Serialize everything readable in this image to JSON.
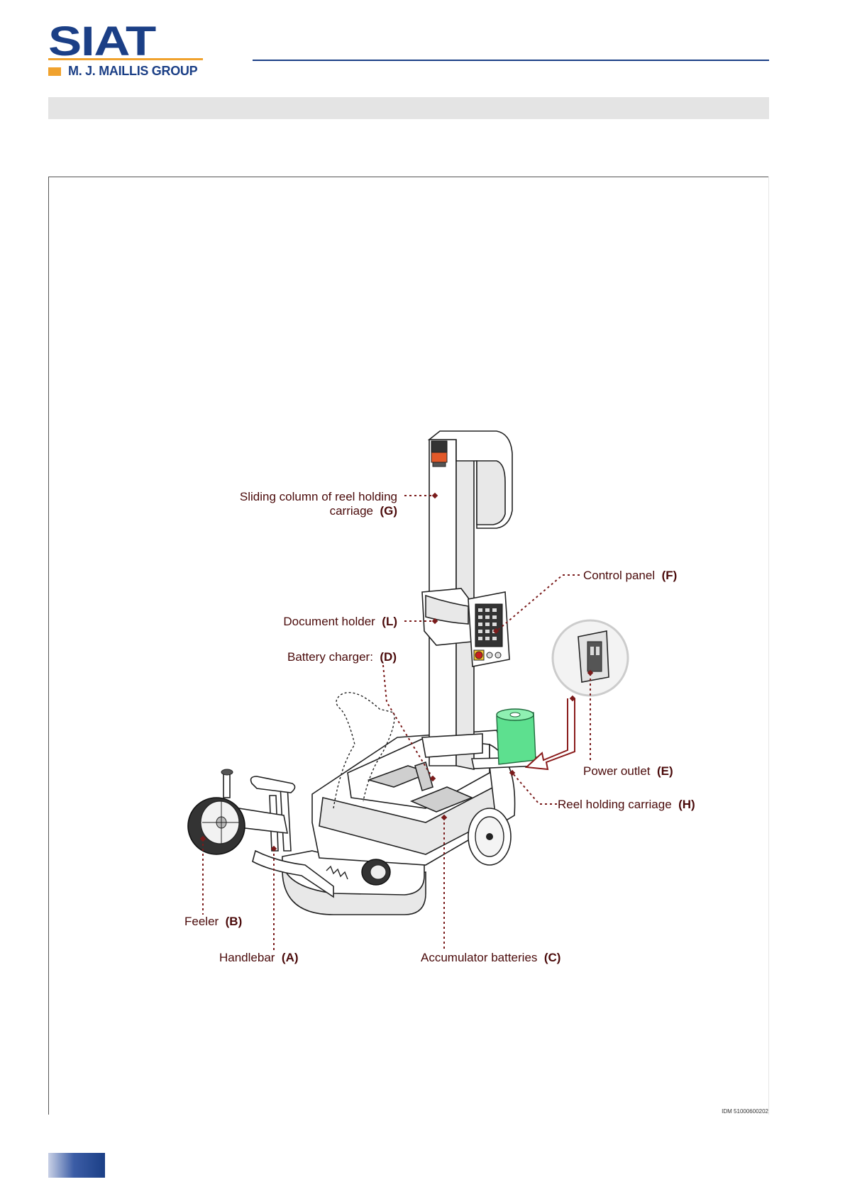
{
  "brand": {
    "name": "SIAT",
    "group": "M. J. MAILLIS GROUP"
  },
  "figure_id": "IDM 51000600202",
  "labels": {
    "G": {
      "text_line1": "Sliding column of reel holding",
      "text_line2": "carriage",
      "code": "(G)"
    },
    "F": {
      "text": "Control panel",
      "code": "(F)"
    },
    "L": {
      "text": "Document holder",
      "code": "(L)"
    },
    "D": {
      "text": "Battery charger:",
      "code": "(D)"
    },
    "E": {
      "text": "Power outlet",
      "code": "(E)"
    },
    "H": {
      "text": "Reel holding carriage",
      "code": "(H)"
    },
    "B": {
      "text": "Feeler",
      "code": "(B)"
    },
    "A": {
      "text": "Handlebar",
      "code": "(A)"
    },
    "C": {
      "text": "Accumulator batteries",
      "code": "(C)"
    }
  },
  "colors": {
    "brand_blue": "#1b3f86",
    "brand_orange": "#f0a22e",
    "leader": "#7a1b1b",
    "reel": "#5de08f",
    "beacon": "#e2592a"
  },
  "icons": [
    "warning-beacon-icon",
    "keypad-icon",
    "emergency-stop-icon",
    "power-socket-icon",
    "arrow-icon"
  ]
}
